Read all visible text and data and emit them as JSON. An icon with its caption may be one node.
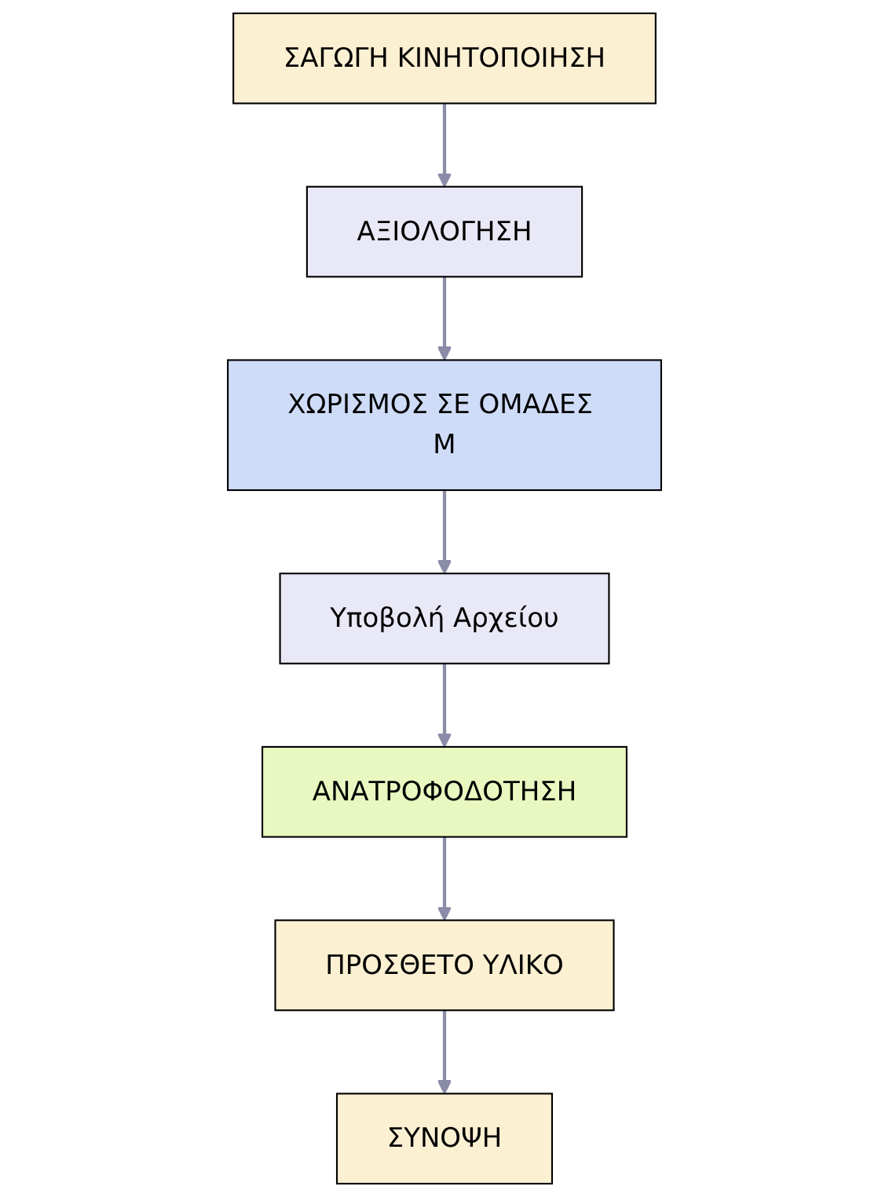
{
  "diagram": {
    "nodes": [
      {
        "text": [
          "ΣΑΓΩΓΗ ΚΙΝΗΤΟΠΟΙΗΣΗ"
        ]
      },
      {
        "text": [
          "ΑΞΙΟΛΟΓΗΣΗ"
        ]
      },
      {
        "text": [
          "ΧΩΡΙΣΜΟΣ ΣΕ ΟΜΑΔΕΣ Μ"
        ]
      },
      {
        "text": [
          "Υποβολή Αρχείου"
        ]
      },
      {
        "text": [
          "ΑΝΑΤΡΟΦΟΔΟΤΗΣΗ"
        ]
      },
      {
        "text": [
          "ΠΡΟΣΘΕΤΟ ΥΛΙΚΟ"
        ]
      },
      {
        "text": [
          "ΣΥΝΟΨΗ"
        ]
      }
    ],
    "edges": [
      {
        "from": 0,
        "to": 1,
        "arrow": "to"
      },
      {
        "from": 1,
        "to": 2,
        "arrow": "to"
      },
      {
        "from": 2,
        "to": 3,
        "arrow": "to"
      },
      {
        "from": 3,
        "to": 4,
        "arrow": "to"
      },
      {
        "from": 4,
        "to": 5,
        "arrow": "to"
      },
      {
        "from": 5,
        "to": 6,
        "arrow": "to"
      }
    ]
  }
}
